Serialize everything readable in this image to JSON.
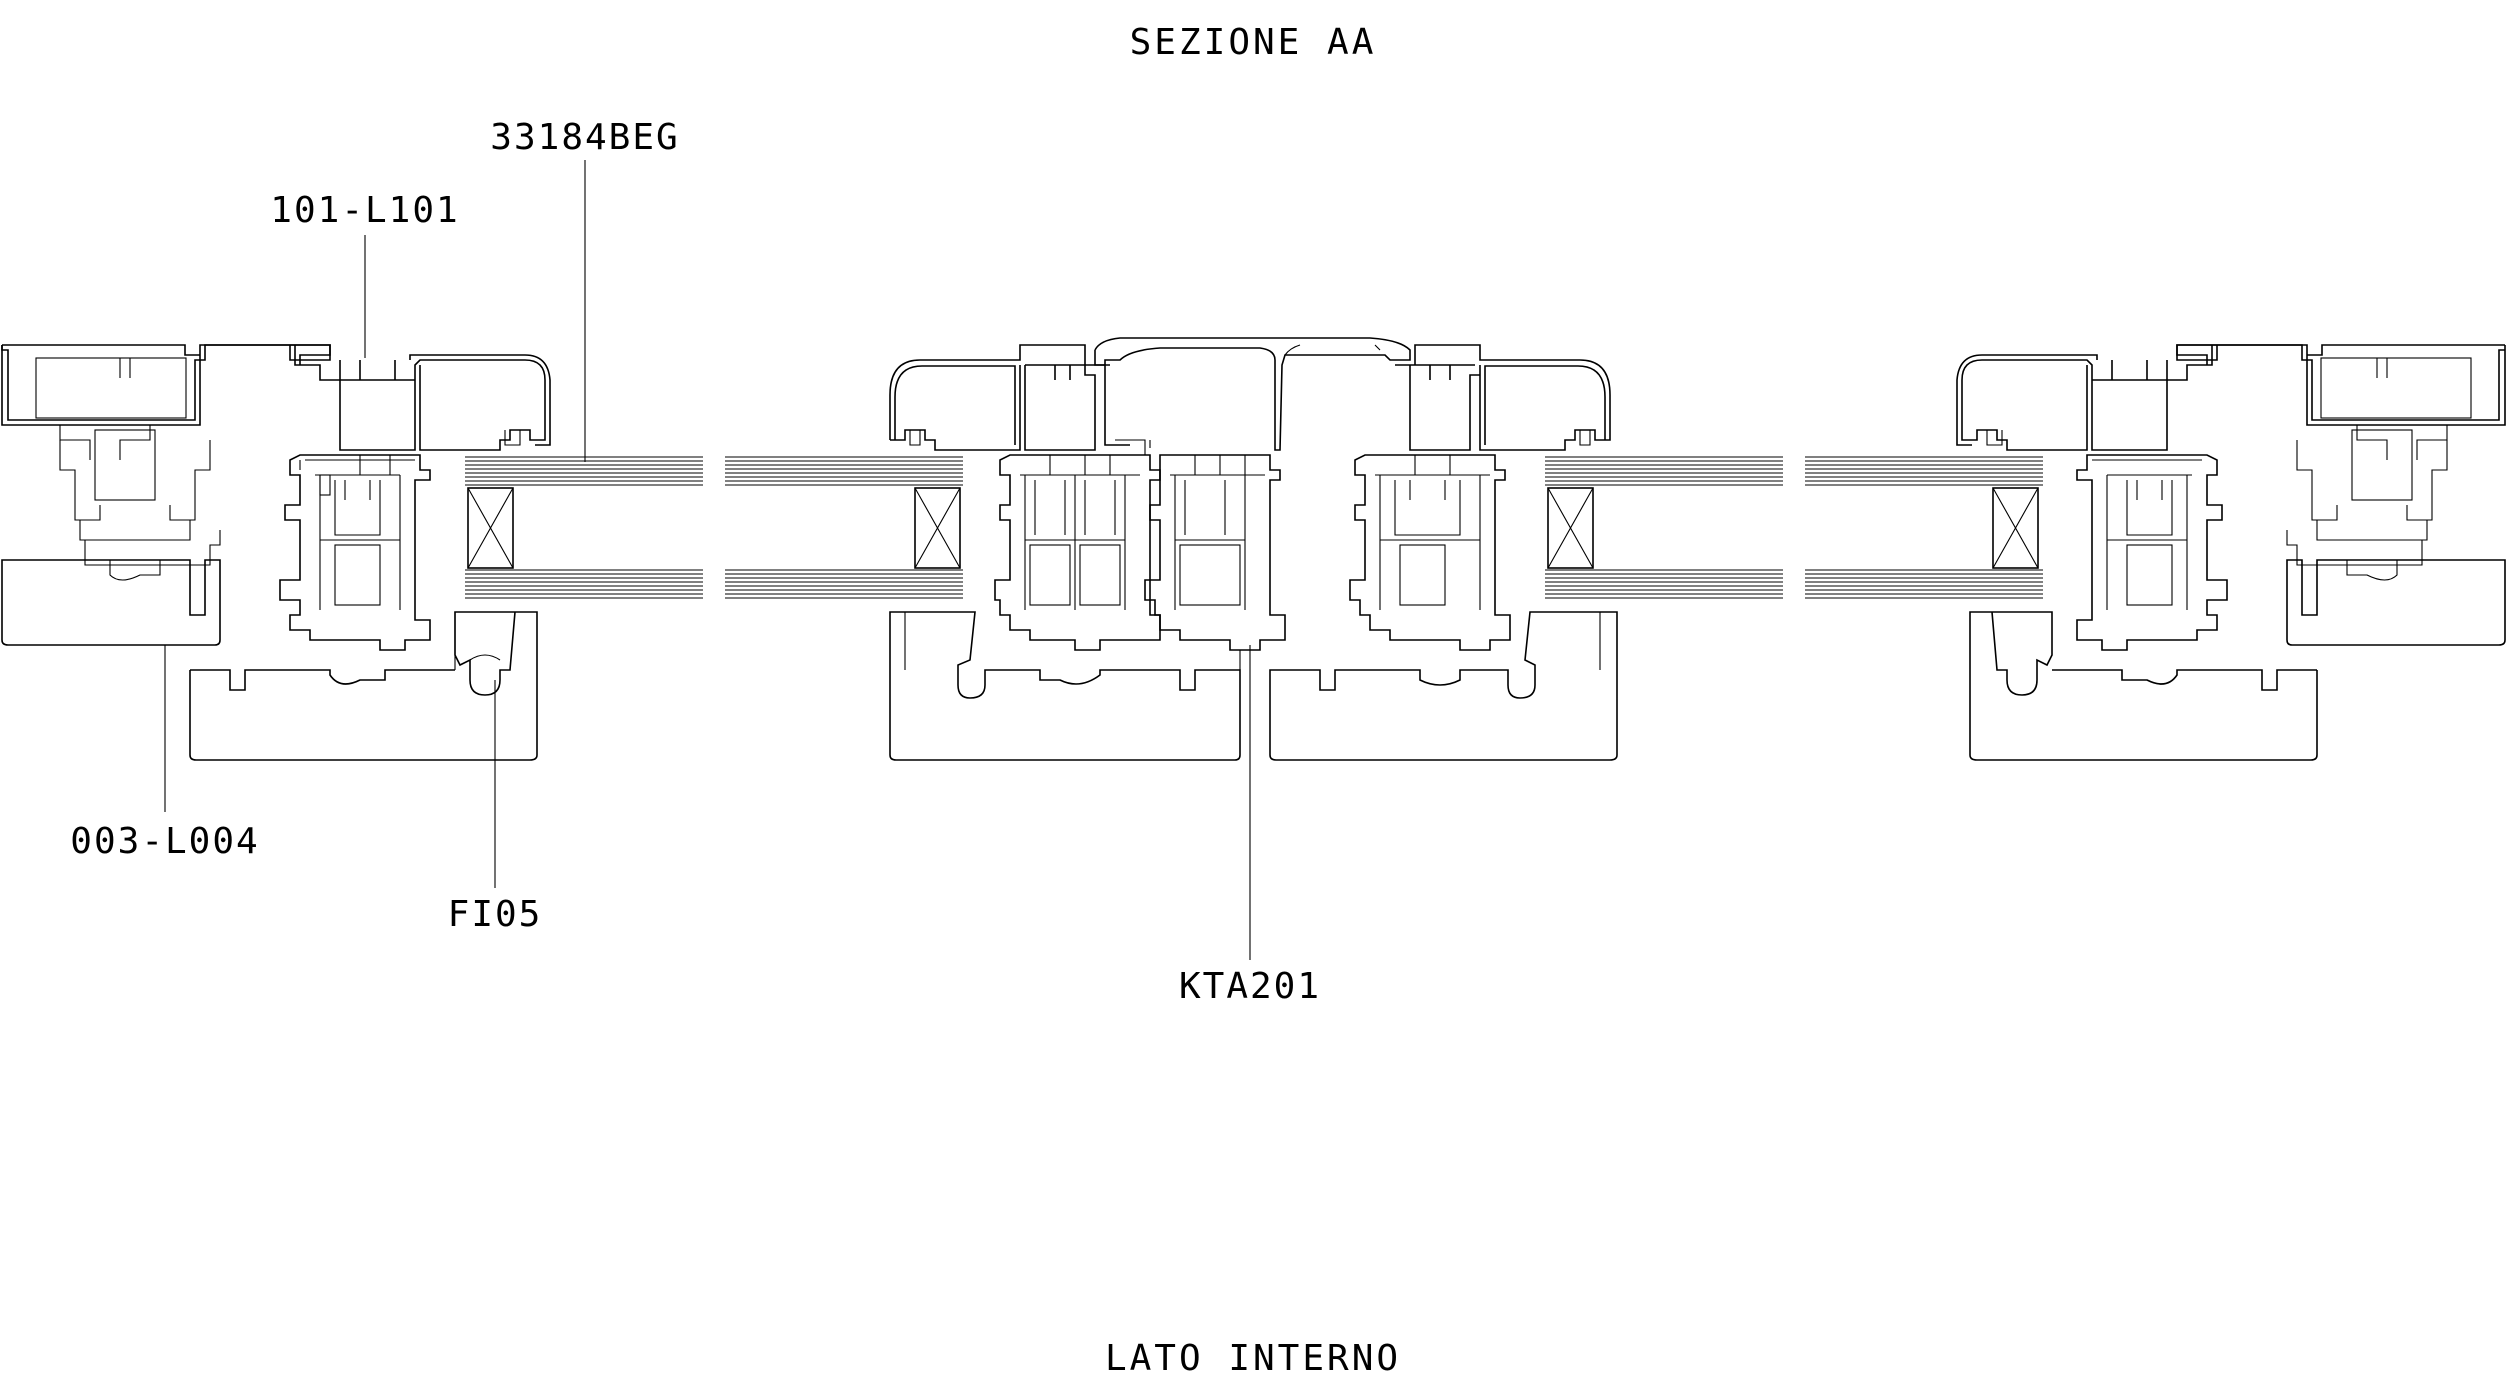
{
  "title": "SEZIONE AA",
  "footer": "LATO INTERNO",
  "labels": {
    "glass": "33184BEG",
    "sash": "101-L101",
    "frame": "003-L004",
    "gasket": "FI05",
    "mullion": "KTA201"
  },
  "colors": {
    "line": "#000000",
    "background": "#ffffff"
  }
}
